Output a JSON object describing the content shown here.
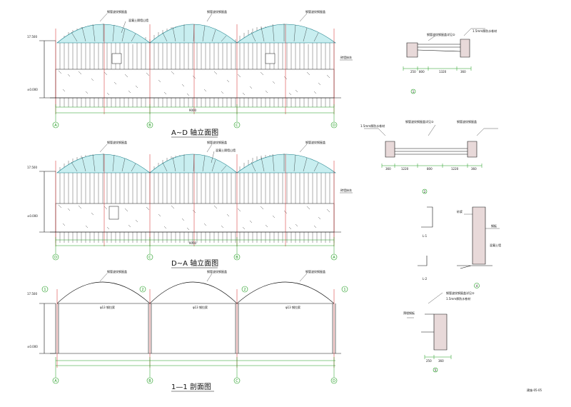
{
  "drawing": {
    "views": [
      {
        "id": "elev-ad",
        "title": "A~D  轴立面图",
        "axes": [
          "A",
          "B",
          "C",
          "D"
        ],
        "level_top": "17.500",
        "level_base": "±0.000",
        "callouts": [
          "钢管波纹钢屋盖",
          "钢管波纹钢屋盖",
          "钢管波纹钢屋盖",
          "混凝土隔墙山墙"
        ],
        "side_note": "砖墙抹灰",
        "dim_total": "9000"
      },
      {
        "id": "elev-da",
        "title": "D~A  轴立面图",
        "axes": [
          "D",
          "C",
          "B",
          "A"
        ],
        "level_top": "17.500",
        "level_base": "±0.000",
        "callouts": [
          "钢管波纹钢屋盖",
          "钢管波纹钢屋盖",
          "钢管波纹钢屋盖",
          "混凝土隔墙山墙"
        ],
        "side_note": "砖墙抹灰",
        "dim_total": "9000"
      },
      {
        "id": "section-11",
        "title": "1—1  剖面图",
        "axes": [
          "A",
          "B",
          "C",
          "D"
        ],
        "level_top": "17.500",
        "level_base": "±0.000",
        "callouts": [
          "钢管波纹钢屋盖",
          "钢管波纹钢屋盖",
          "钢管波纹钢屋盖"
        ],
        "tie_labels": [
          "φ13 钢拉索",
          "φ13 钢拉索",
          "φ13 钢拉索"
        ],
        "section_marks": [
          "1",
          "2",
          "2",
          "1"
        ]
      }
    ],
    "details": {
      "d1": {
        "labels": [
          "钢管波纹钢屋盖详见②",
          "1.5mm厚防水卷材"
        ],
        "dims": [
          "250",
          "800",
          "1320",
          "360"
        ],
        "marker": "1"
      },
      "d2": {
        "labels": [
          "钢管波纹钢屋盖详见②",
          "钢管波纹钢屋盖",
          "1.5mm厚防水卷材"
        ],
        "dims": [
          "360",
          "1220",
          "800",
          "1220",
          "360"
        ],
        "marker": "2"
      },
      "d3": {
        "labels": [
          "L-1",
          "L-2"
        ]
      },
      "d4": {
        "labels": [
          "钢板",
          "混凝土墙",
          "砂浆"
        ],
        "marker": "4"
      },
      "d5": {
        "labels": [
          "钢管波纹钢屋盖详见②",
          "1.5mm厚防水卷材",
          "预埋钢板"
        ],
        "dims": [
          "250",
          "360"
        ],
        "marker": "5"
      }
    },
    "stamp": "建施-05-05"
  }
}
